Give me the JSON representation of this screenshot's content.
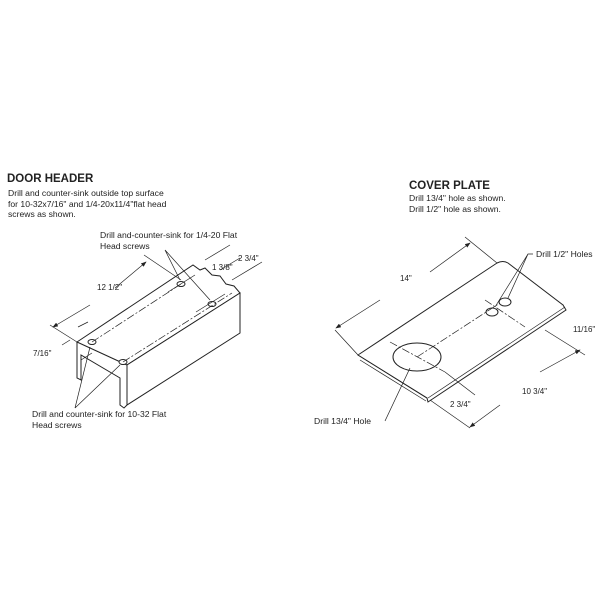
{
  "door_header": {
    "title": "DOOR HEADER",
    "description": [
      "Drill and counter-sink outside top surface",
      "for 10-32x7/16\" and 1/4-20x11/4\"flat head",
      "screws as shown."
    ],
    "callout_top": [
      "Drill and-counter-sink for 1/4-20 Flat",
      "Head screws"
    ],
    "callout_bottom": [
      "Drill and counter-sink for 10-32 Flat",
      "Head screws"
    ],
    "dim_length": "12 1/2\"",
    "dim_edge": "7/16\"",
    "dim_a": "1 3/8\"",
    "dim_b": "2 3/4\""
  },
  "cover_plate": {
    "title": "COVER PLATE",
    "description": [
      "Drill 13/4\" hole as shown.",
      "Drill 1/2\" hole as shown."
    ],
    "callout_small": "Drill 1/2\" Holes",
    "callout_large": "Drill 13/4\" Hole",
    "dim_length": "14\"",
    "dim_edge": "11/16\"",
    "dim_width": "10 3/4\"",
    "dim_offset": "2 3/4\""
  }
}
